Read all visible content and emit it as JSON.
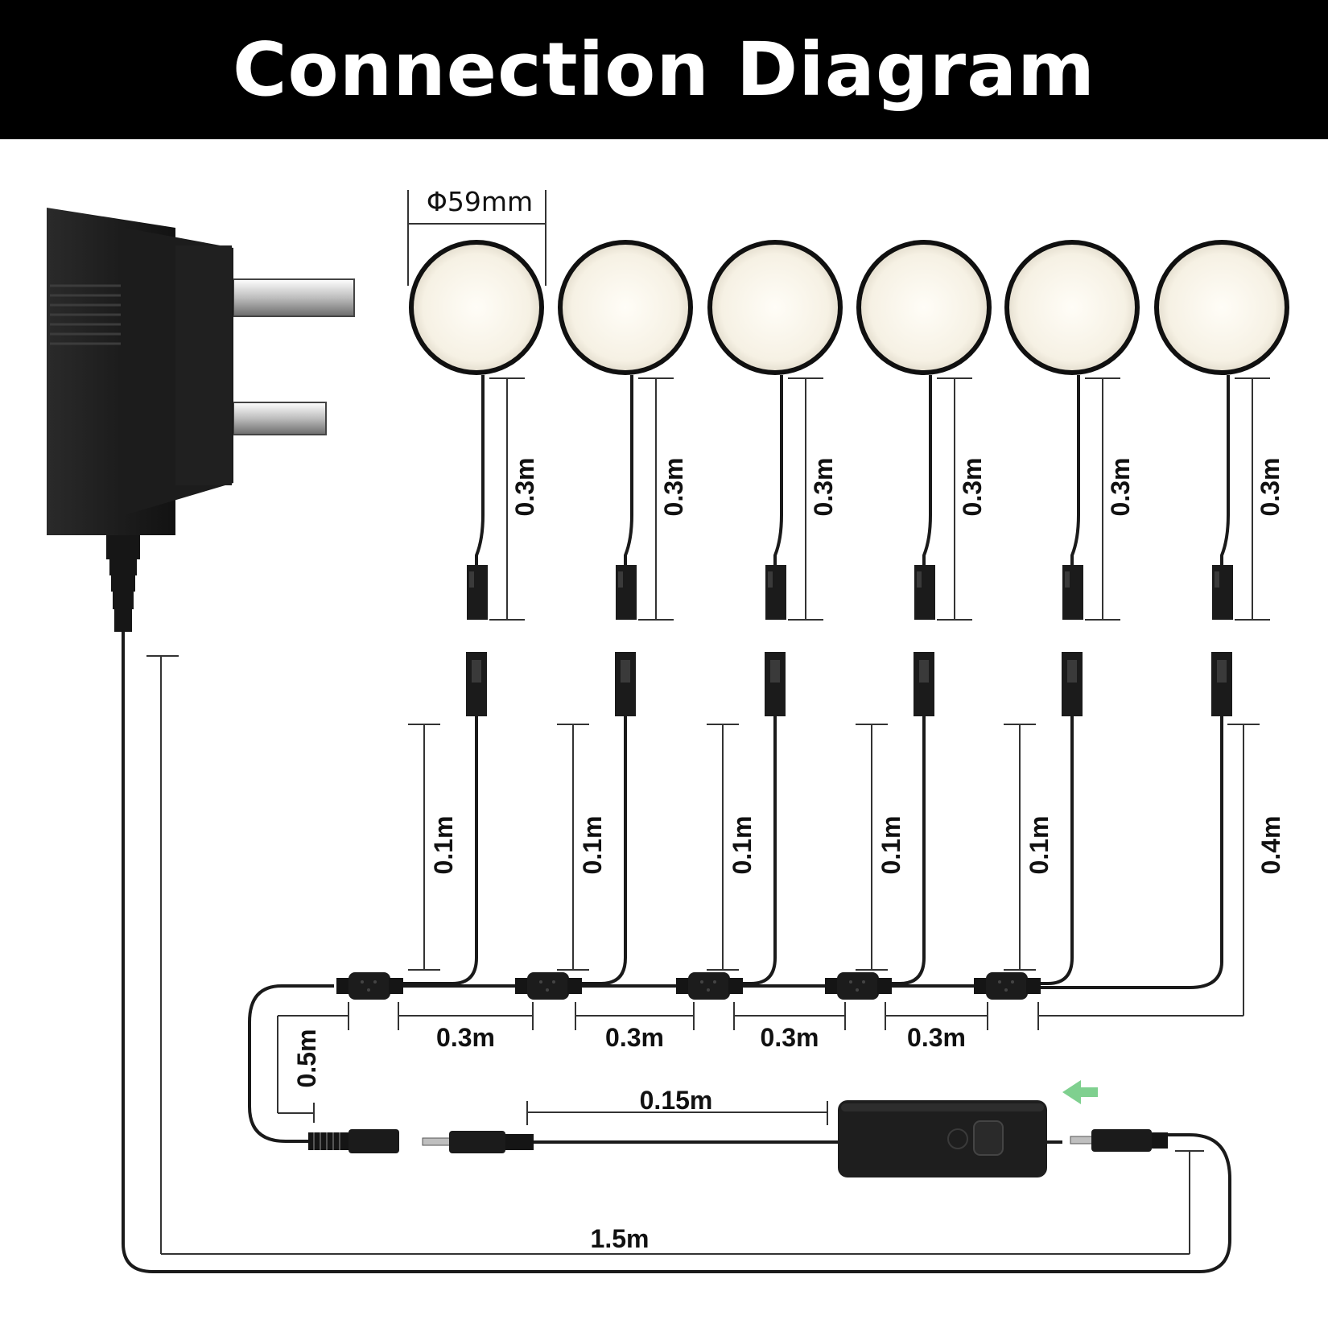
{
  "title": "Connection Diagram",
  "colors": {
    "header_bg": "#000000",
    "header_text": "#ffffff",
    "lamp_face": "#fdf9ef",
    "arrow": "#7fd08f",
    "cable": "#1a1a1a"
  },
  "icons": {
    "plug": "uk-plug-adapter-icon",
    "lamp": "round-led-puck-light-icon",
    "switch": "inline-switch-box-icon",
    "arrow": "left-arrow-icon"
  },
  "diameter_label": "Φ59mm",
  "lamp_cable_label": "0.3m",
  "lamps": [
    {
      "lead": "0.1m"
    },
    {
      "lead": "0.1m"
    },
    {
      "lead": "0.1m"
    },
    {
      "lead": "0.1m"
    },
    {
      "lead": "0.1m"
    },
    {
      "lead": "0.4m"
    }
  ],
  "spacing_labels": [
    "0.3m",
    "0.3m",
    "0.3m",
    "0.3m"
  ],
  "input_lead_label": "0.5m",
  "switch_lead_label": "0.15m",
  "adapter_cable_label": "1.5m"
}
